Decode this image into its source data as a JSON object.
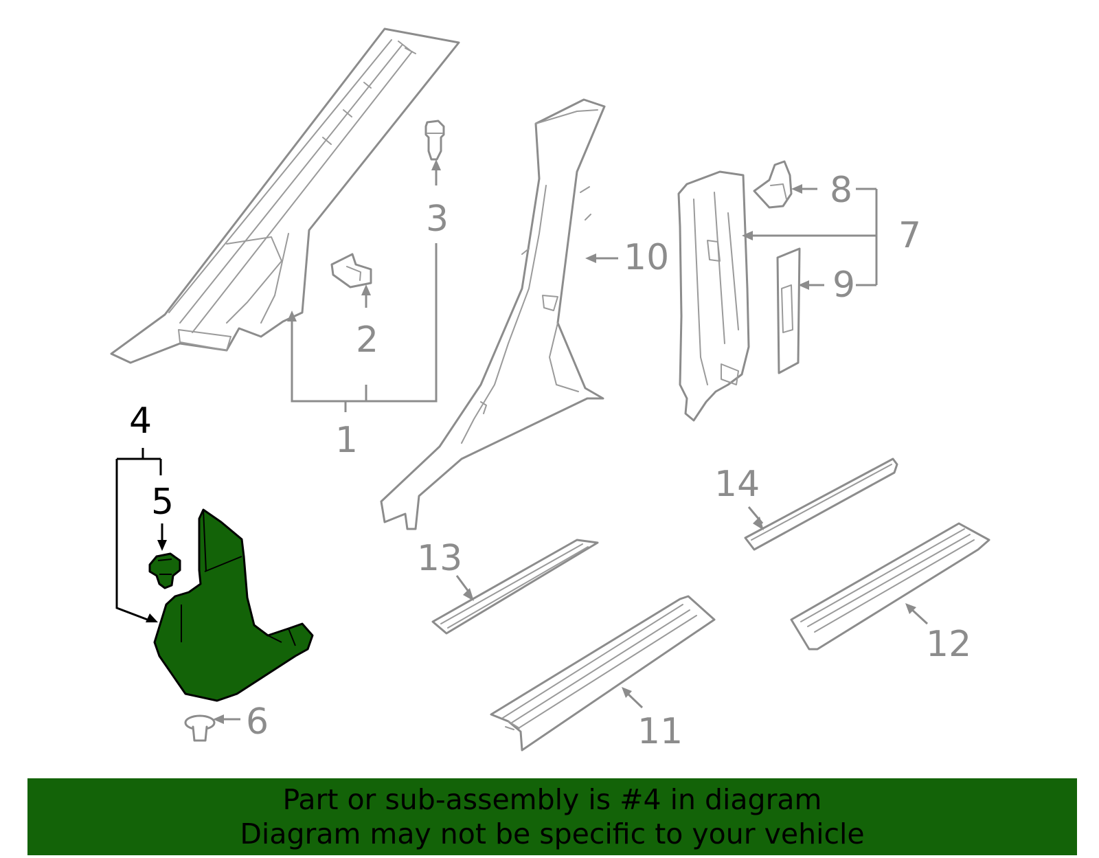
{
  "callouts": {
    "c1": "1",
    "c2": "2",
    "c3": "3",
    "c4": "4",
    "c5": "5",
    "c6": "6",
    "c7": "7",
    "c8": "8",
    "c9": "9",
    "c10": "10",
    "c11": "11",
    "c12": "12",
    "c13": "13",
    "c14": "14"
  },
  "banner": {
    "line1": "Part or sub-assembly is #4 in diagram",
    "line2": "Diagram may not be specific to your vehicle"
  },
  "colors": {
    "highlight": "#136308",
    "outline": "#8c8c8c",
    "highlight_outline": "#000000"
  }
}
